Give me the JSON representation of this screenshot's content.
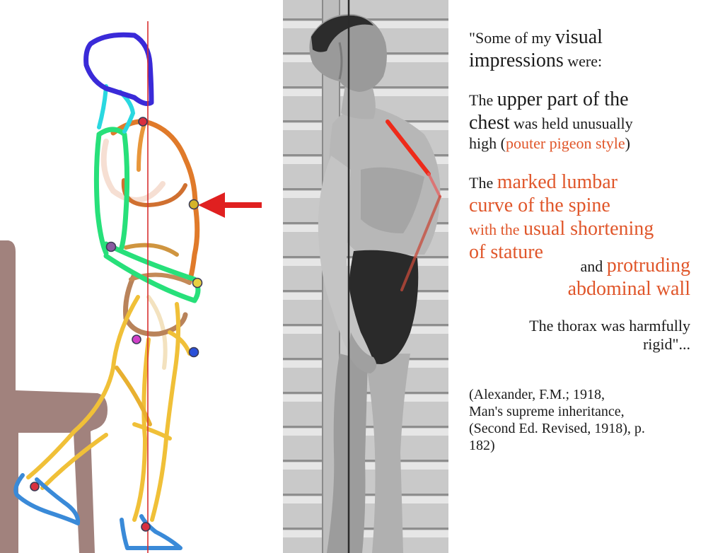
{
  "quote": {
    "line1_a": "\"Some of my ",
    "line1_b": "visual",
    "line1_c": "impressions",
    "line1_d": " were:",
    "line2_a": "The ",
    "line2_b": "upper part of the",
    "line2_c": "chest",
    "line2_d": " was held unusually",
    "line2_e": "high (",
    "line2_f": "pouter pigeon style",
    "line2_g": ")",
    "line3_a": "The ",
    "line3_b": "marked lumbar",
    "line3_c": "curve of the spine",
    "line3_d": "with the ",
    "line3_e": "usual shortening",
    "line3_f": "of stature",
    "line4_a": "and ",
    "line4_b": "protruding",
    "line4_c": "abdominal wall",
    "line5_a": "The thorax was harmfully",
    "line5_b": "rigid\"..."
  },
  "citation": {
    "l1": "(Alexander, F.M.; 1918,",
    "l2": "Man's supreme inheritance,",
    "l3": "(Second Ed. Revised, 1918), p.",
    "l4": "182)"
  },
  "colors": {
    "accent": "#e0562a",
    "arrow": "#e02020",
    "chair": "#a1827d",
    "plumb_line": "#d83030",
    "head": "#3a2ad8",
    "torso": "#27e07a",
    "legs": "#f0c038",
    "feet": "#3a8ad8"
  },
  "icons": [
    "arrow-right-icon",
    "chair-icon",
    "stick-figure-icon",
    "photo-figure-icon"
  ]
}
